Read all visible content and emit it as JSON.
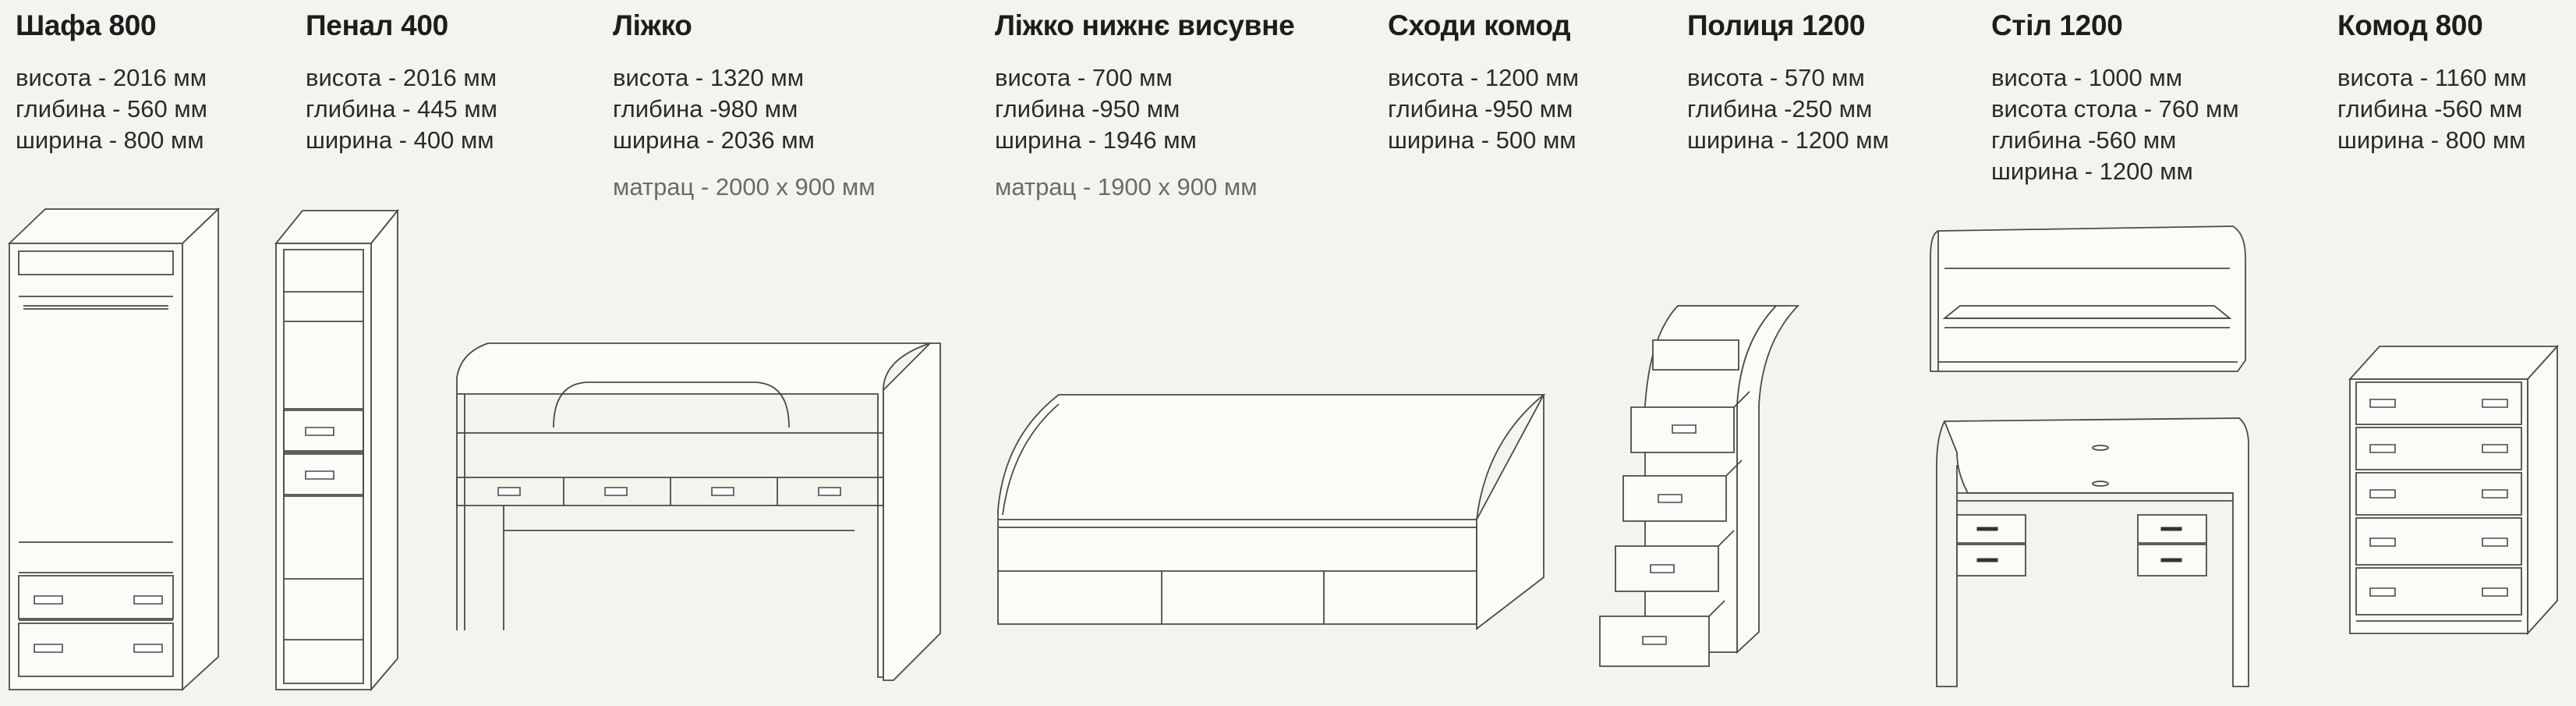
{
  "items": [
    {
      "title": "Шафа 800",
      "specs": [
        "висота - 2016 мм",
        "глибина - 560 мм",
        "ширина - 800 мм"
      ]
    },
    {
      "title": "Пенал 400",
      "specs": [
        "висота - 2016 мм",
        "глибина - 445 мм",
        "ширина - 400 мм"
      ]
    },
    {
      "title": "Ліжко",
      "specs": [
        "висота - 1320 мм",
        "глибина -980 мм",
        "ширина - 2036 мм"
      ],
      "extra": "матрац - 2000 х 900 мм"
    },
    {
      "title": "Ліжко нижнє висувне",
      "specs": [
        "висота - 700 мм",
        "глибина -950 мм",
        "ширина - 1946 мм"
      ],
      "extra": "матрац - 1900 х 900 мм"
    },
    {
      "title": "Сходи комод",
      "specs": [
        "висота - 1200 мм",
        "глибина -950 мм",
        "ширина - 500 мм"
      ]
    },
    {
      "title": "Полиця 1200",
      "specs": [
        "висота - 570 мм",
        "глибина -250 мм",
        "ширина - 1200 мм"
      ]
    },
    {
      "title": "Стіл 1200",
      "specs": [
        "висота - 1000 мм",
        "висота стола - 760 мм",
        "глибина -560 мм",
        "ширина - 1200 мм"
      ]
    },
    {
      "title": "Комод 800",
      "specs": [
        "висота - 1160 мм",
        "глибина -560 мм",
        "ширина - 800 мм"
      ]
    }
  ],
  "colors": {
    "background": "#f4f4ef",
    "line": "#4a4a4a",
    "text": "#222222"
  }
}
